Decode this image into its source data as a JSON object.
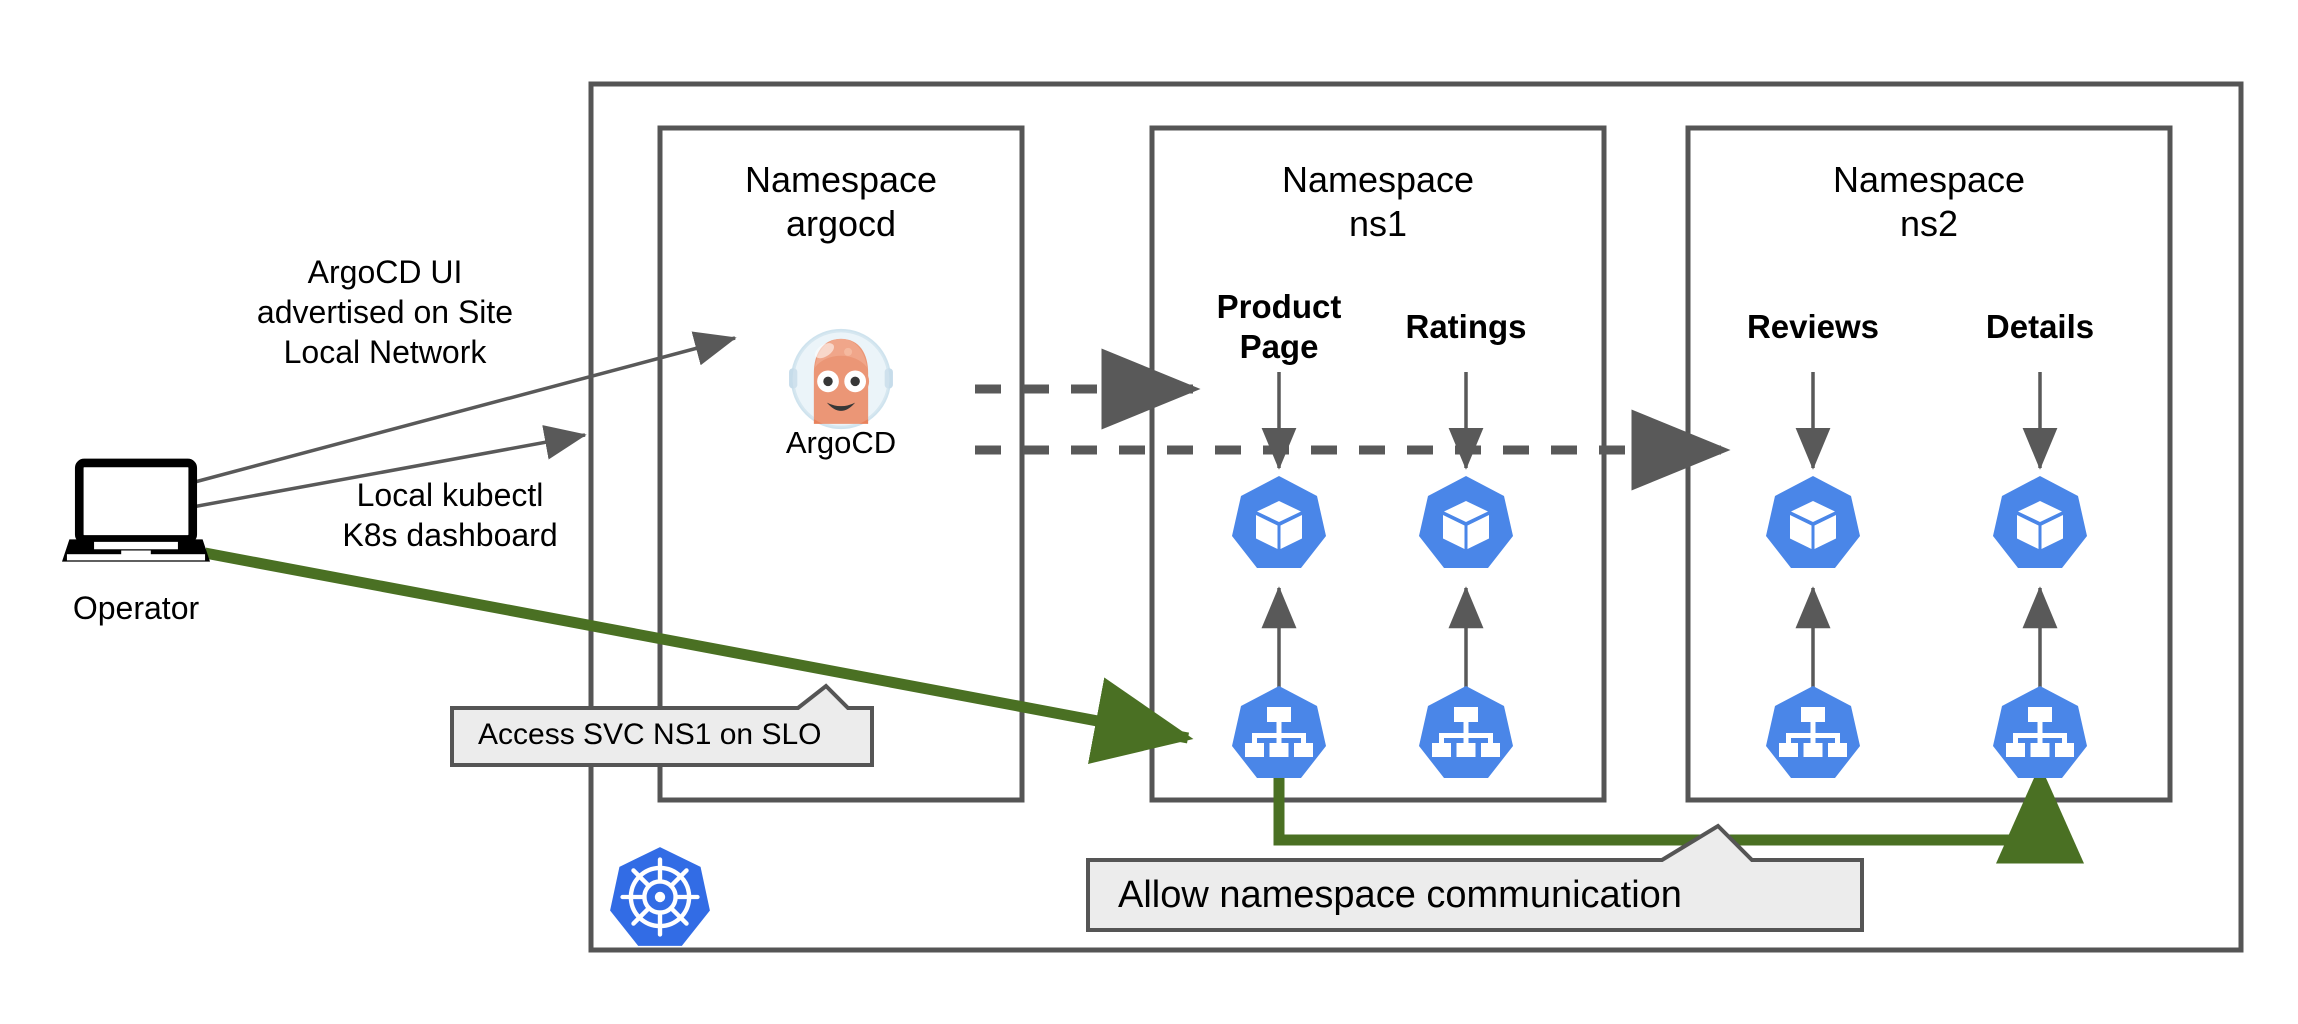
{
  "diagram": {
    "title_hidden": "Kubernetes multi-namespace deployment diagram",
    "colors": {
      "border": "#555555",
      "pod_blue": "#4a86e8",
      "k8s_blue": "#326ce5",
      "green": "#4a7023",
      "callout_fill": "#ececec",
      "arrow_gray": "#595959"
    },
    "actor": {
      "label": "Operator",
      "icon": "laptop-icon"
    },
    "edge_labels": [
      {
        "id": "argocd-ui",
        "text": "ArgoCD UI\nadvertised on Site\nLocal Network"
      },
      {
        "id": "kubectl",
        "text": "Local kubectl\nK8s dashboard"
      }
    ],
    "callouts": [
      {
        "id": "access-svc",
        "text": "Access SVC NS1 on SLO"
      },
      {
        "id": "allow-ns",
        "text": "Allow namespace communication"
      }
    ],
    "cluster": {
      "icon": "kubernetes-helm-icon",
      "namespaces": [
        {
          "id": "argocd",
          "title_line1": "Namespace",
          "title_line2": "argocd",
          "app": {
            "label": "ArgoCD",
            "icon": "argocd-astronaut-icon"
          },
          "workloads": []
        },
        {
          "id": "ns1",
          "title_line1": "Namespace",
          "title_line2": "ns1",
          "workloads": [
            {
              "name": "Product\nPage",
              "pod_icon": "k8s-pod-icon",
              "service_icon": "k8s-service-icon"
            },
            {
              "name": "Ratings",
              "pod_icon": "k8s-pod-icon",
              "service_icon": "k8s-service-icon"
            }
          ]
        },
        {
          "id": "ns2",
          "title_line1": "Namespace",
          "title_line2": "ns2",
          "workloads": [
            {
              "name": "Reviews",
              "pod_icon": "k8s-pod-icon",
              "service_icon": "k8s-service-icon"
            },
            {
              "name": "Details",
              "pod_icon": "k8s-pod-icon",
              "service_icon": "k8s-service-icon"
            }
          ]
        }
      ]
    }
  }
}
